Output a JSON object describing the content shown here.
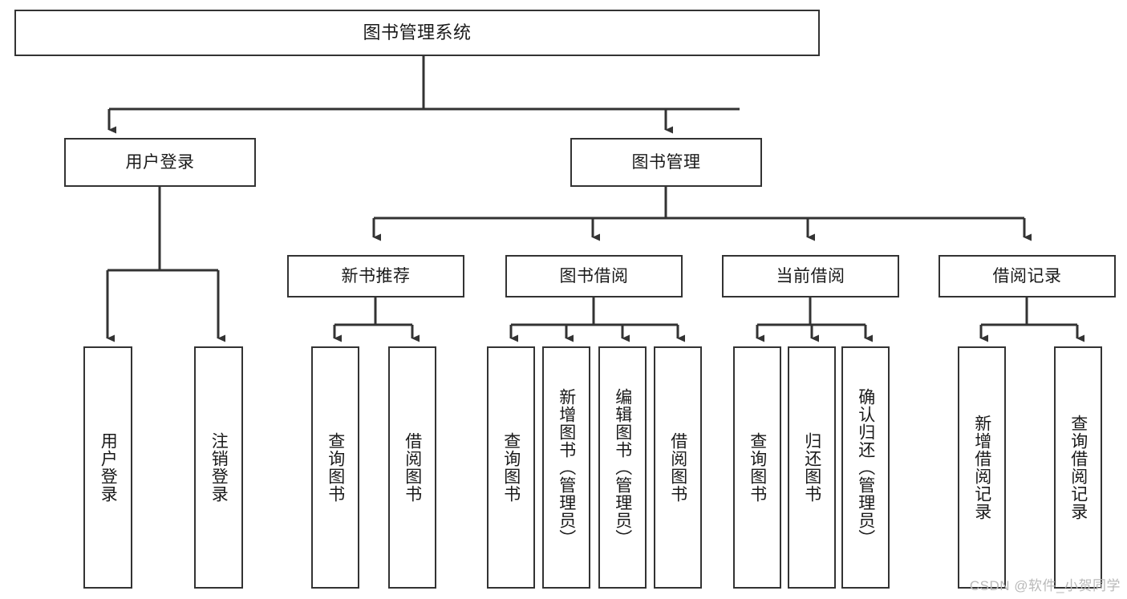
{
  "diagram": {
    "type": "tree-hierarchy",
    "title": "图书管理系统",
    "watermark": "CSDN @软件_小贺同学",
    "colors": {
      "box_border": "#333333",
      "box_fill": "#ffffff",
      "text": "#1a1a1a",
      "connector": "#333333",
      "watermark": "#b9b9b9",
      "background": "#ffffff"
    },
    "levels": {
      "root": {
        "label": "图书管理系统"
      },
      "level2": [
        {
          "id": "user-login",
          "label": "用户登录"
        },
        {
          "id": "book-management",
          "label": "图书管理"
        }
      ],
      "level3": [
        {
          "id": "new-book-recommend",
          "label": "新书推荐",
          "parent": "book-management"
        },
        {
          "id": "book-borrow",
          "label": "图书借阅",
          "parent": "book-management"
        },
        {
          "id": "current-borrow",
          "label": "当前借阅",
          "parent": "book-management"
        },
        {
          "id": "borrow-record",
          "label": "借阅记录",
          "parent": "book-management"
        }
      ],
      "leaves": [
        {
          "id": "leaf-user-login",
          "label": "用户登录",
          "parent": "user-login"
        },
        {
          "id": "leaf-logout-login",
          "label": "注销登录",
          "parent": "user-login"
        },
        {
          "id": "leaf-query-book-1",
          "label": "查询图书",
          "parent": "new-book-recommend"
        },
        {
          "id": "leaf-borrow-book-1",
          "label": "借阅图书",
          "parent": "new-book-recommend"
        },
        {
          "id": "leaf-query-book-2",
          "label": "查询图书",
          "parent": "book-borrow"
        },
        {
          "id": "leaf-add-book",
          "label": "新增图书（管理员）",
          "parent": "book-borrow"
        },
        {
          "id": "leaf-edit-book",
          "label": "编辑图书（管理员）",
          "parent": "book-borrow"
        },
        {
          "id": "leaf-borrow-book-2",
          "label": "借阅图书",
          "parent": "book-borrow"
        },
        {
          "id": "leaf-query-book-3",
          "label": "查询图书",
          "parent": "current-borrow"
        },
        {
          "id": "leaf-return-book",
          "label": "归还图书",
          "parent": "current-borrow"
        },
        {
          "id": "leaf-confirm-return",
          "label": "确认归还（管理员）",
          "parent": "current-borrow"
        },
        {
          "id": "leaf-add-record",
          "label": "新增借阅记录",
          "parent": "borrow-record"
        },
        {
          "id": "leaf-query-record",
          "label": "查询借阅记录",
          "parent": "borrow-record"
        }
      ]
    }
  }
}
